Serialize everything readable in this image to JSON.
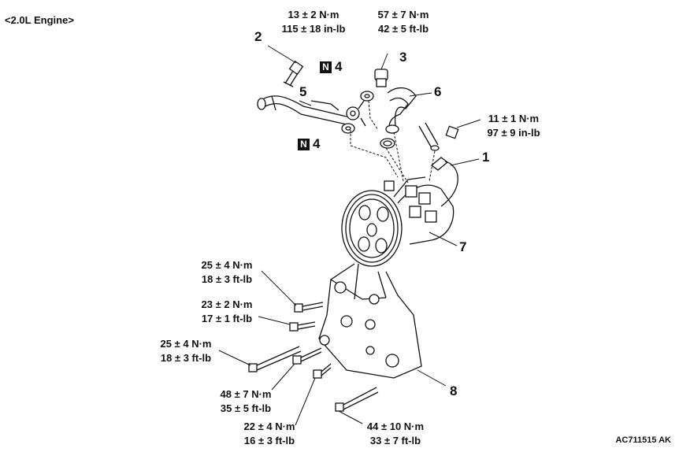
{
  "title": "<2.0L Engine>",
  "figure_code": "AC711515 AK",
  "n_badge": "N",
  "callouts": {
    "c1": "1",
    "c2": "2",
    "c3": "3",
    "c4a": "4",
    "c4b": "4",
    "c5": "5",
    "c6": "6",
    "c7": "7",
    "c8": "8"
  },
  "torques": {
    "t_bolt2": [
      "13 ± 2 N·m",
      "115 ± 18 in-lb"
    ],
    "t_bolt3": [
      "57 ± 7 N·m",
      "42 ± 5 ft-lb"
    ],
    "t_sensor": [
      "11 ± 1 N·m",
      "97 ± 9 in-lb"
    ],
    "t_b1": [
      "25 ± 4 N·m",
      "18 ± 3 ft-lb"
    ],
    "t_b2": [
      "23 ± 2 N·m",
      "17 ± 1 ft-lb"
    ],
    "t_b3": [
      "25 ± 4 N·m",
      "18 ± 3 ft-lb"
    ],
    "t_b4": [
      "48 ± 7 N·m",
      "35 ± 5 ft-lb"
    ],
    "t_b5": [
      "22 ± 4 N·m",
      "16 ± 3 ft-lb"
    ],
    "t_b6": [
      "44 ± 10 N·m",
      "33 ± 7 ft-lb"
    ]
  }
}
